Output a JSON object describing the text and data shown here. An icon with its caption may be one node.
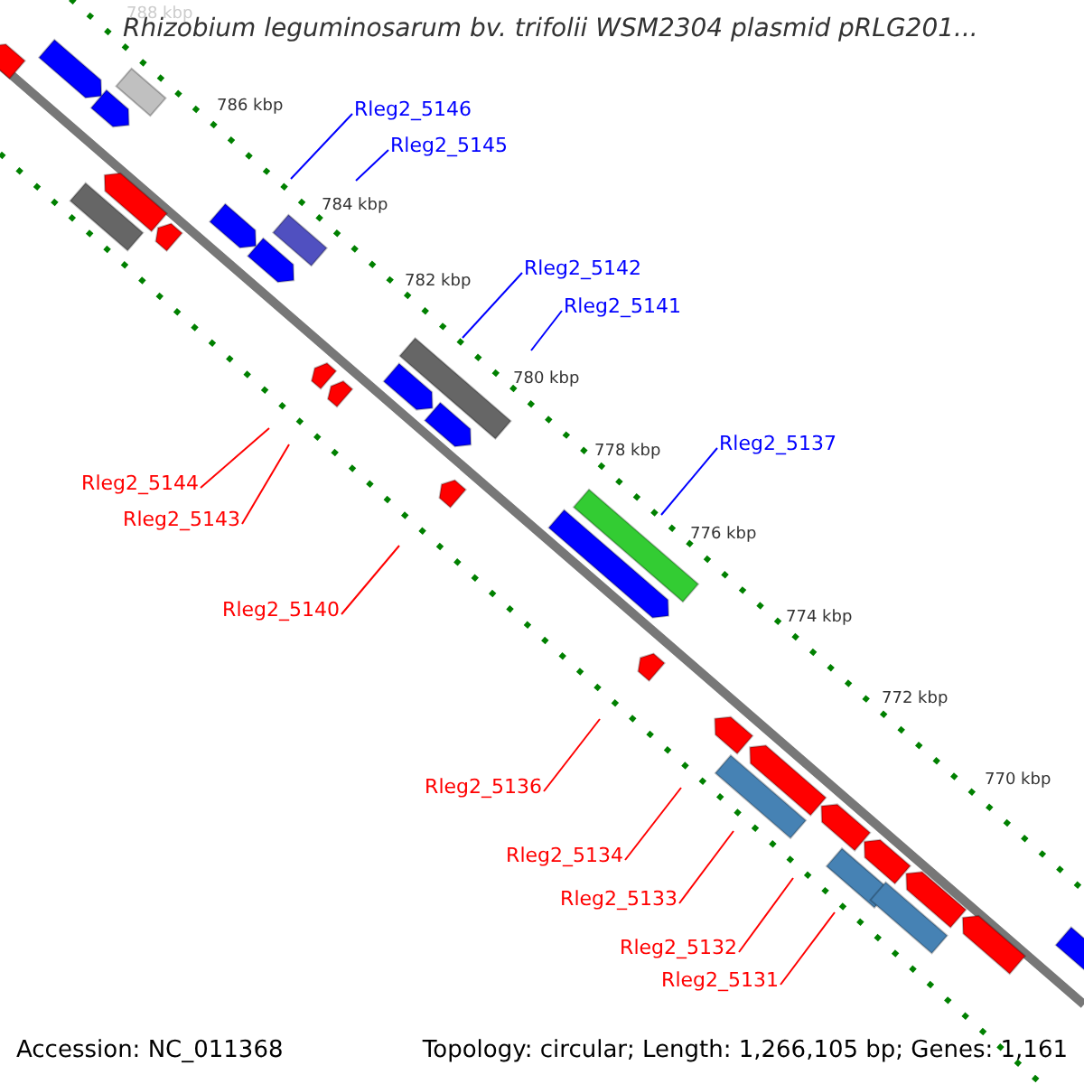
{
  "diagram": {
    "title": "Rhizobium leguminosarum bv. trifolii WSM2304 plasmid pRLG201...",
    "nodes": [
      {
        "text": [
          "Rleg2_5146"
        ]
      },
      {
        "text": [
          "Rleg2_5145"
        ]
      },
      {
        "text": [
          "Rleg2_5142"
        ]
      },
      {
        "text": [
          "Rleg2_5141"
        ]
      },
      {
        "text": [
          "Rleg2_5137"
        ]
      },
      {
        "text": [
          "Rleg2_5144"
        ]
      },
      {
        "text": [
          "Rleg2_5143"
        ]
      },
      {
        "text": [
          "Rleg2_5140"
        ]
      },
      {
        "text": [
          "Rleg2_5136"
        ]
      },
      {
        "text": [
          "Rleg2_5134"
        ]
      },
      {
        "text": [
          "Rleg2_5133"
        ]
      },
      {
        "text": [
          "Rleg2_5132"
        ]
      },
      {
        "text": [
          "Rleg2_5131"
        ]
      }
    ],
    "edges": [
      {
        "from": 0,
        "to": null,
        "arrow": "none",
        "color": "#0000ff"
      },
      {
        "from": 1,
        "to": null,
        "arrow": "none",
        "color": "#0000ff"
      },
      {
        "from": 2,
        "to": null,
        "arrow": "none",
        "color": "#0000ff"
      },
      {
        "from": 3,
        "to": null,
        "arrow": "none",
        "color": "#0000ff"
      },
      {
        "from": 4,
        "to": null,
        "arrow": "none",
        "color": "#0000ff"
      },
      {
        "from": 5,
        "to": null,
        "arrow": "none"
      },
      {
        "from": 6,
        "to": null,
        "arrow": "none"
      },
      {
        "from": 7,
        "to": null,
        "arrow": "none"
      },
      {
        "from": 8,
        "to": null,
        "arrow": "none"
      },
      {
        "from": 9,
        "to": null,
        "arrow": "none"
      },
      {
        "from": 10,
        "to": null,
        "arrow": "none"
      },
      {
        "from": 11,
        "to": null,
        "arrow": "none"
      },
      {
        "from": 12,
        "to": null,
        "arrow": "none"
      }
    ],
    "labels": [
      "788 kbp",
      "786 kbp",
      "784 kbp",
      "782 kbp",
      "780 kbp",
      "778 kbp",
      "776 kbp",
      "774 kbp",
      "772 kbp",
      "770 kbp",
      "Accession: NC_011368",
      "Topology: circular; Length: 1,266,105 bp; Genes: 1,161"
    ]
  }
}
